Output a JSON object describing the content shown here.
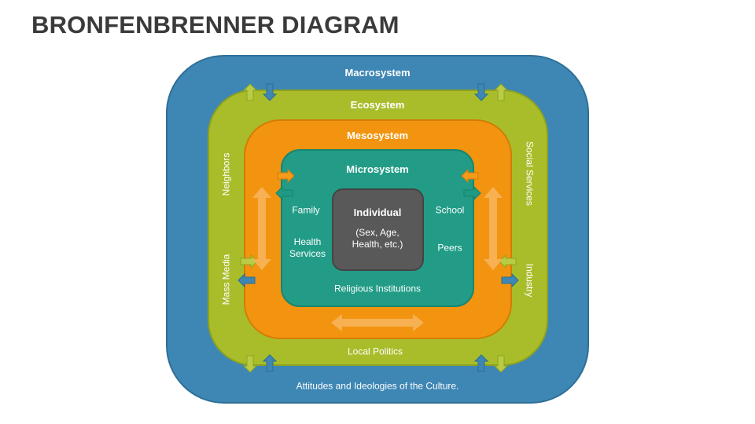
{
  "title": "BRONFENBRENNER DIAGRAM",
  "macrosystem": {
    "label": "Macrosystem",
    "bottom_text": "Attitudes and Ideologies of the Culture."
  },
  "ecosystem": {
    "label": "Ecosystem",
    "left_top": "Neighbors",
    "left_bottom": "Mass Media",
    "right_top": "Social Services",
    "right_bottom": "Industry",
    "bottom": "Local Politics"
  },
  "mesosystem": {
    "label": "Mesosystem"
  },
  "microsystem": {
    "label": "Microsystem",
    "family": "Family",
    "health_1": "Health",
    "health_2": "Services",
    "school": "School",
    "peers": "Peers",
    "religious": "Religious Institutions"
  },
  "individual": {
    "label": "Individual",
    "detail_1": "(Sex, Age,",
    "detail_2": "Health, etc.)"
  },
  "colors": {
    "macrosystem": "#3e87b4",
    "ecosystem": "#a9bd2b",
    "mesosystem": "#f2940f",
    "microsystem": "#229c87",
    "individual": "#595959"
  }
}
